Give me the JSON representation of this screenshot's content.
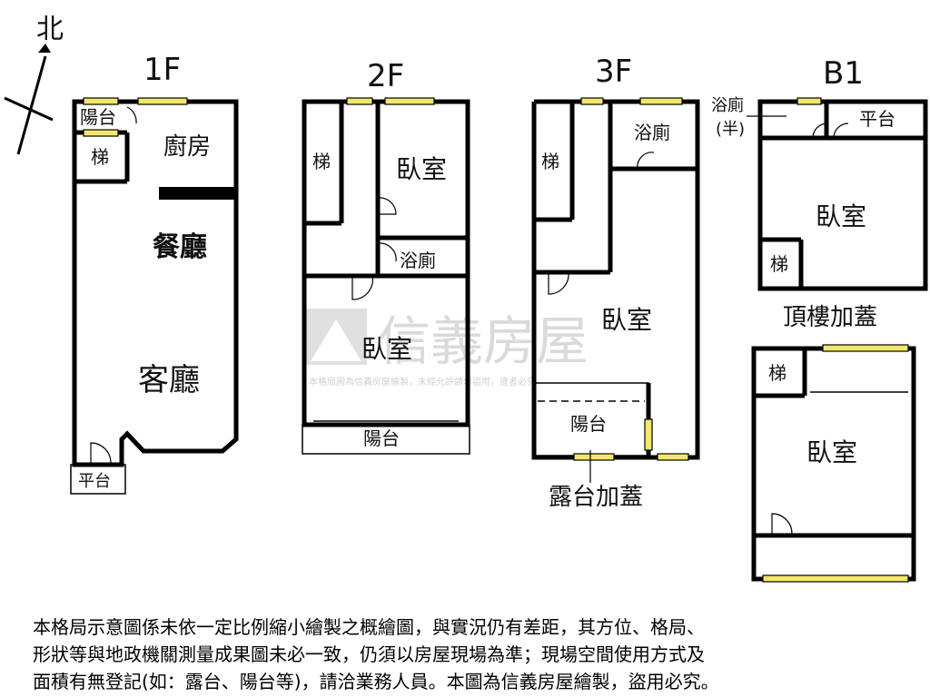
{
  "compass": {
    "north_label": "北"
  },
  "floors": [
    {
      "title": "1F",
      "rooms": [
        "陽台",
        "梯",
        "廚房",
        "餐廳",
        "客廳",
        "平台"
      ]
    },
    {
      "title": "2F",
      "rooms": [
        "梯",
        "臥室",
        "浴廁",
        "臥室",
        "陽台"
      ]
    },
    {
      "title": "3F",
      "rooms": [
        "梯",
        "浴廁",
        "臥室",
        "陽台",
        "露台加蓋"
      ]
    },
    {
      "title": "B1",
      "rooms": [
        "浴廁",
        "(半)",
        "平台",
        "臥室",
        "梯"
      ]
    },
    {
      "title": "頂樓加蓋",
      "rooms": [
        "梯",
        "臥室"
      ]
    }
  ],
  "watermark": {
    "brand": "信義房屋",
    "notice": "本格局圖為信義房屋繪製，未經允許請勿盜用，違者必究"
  },
  "disclaimer": [
    "本格局示意圖係未依一定比例縮小繪製之概繪圖，與實況仍有差距，其方位、格局、",
    "形狀等與地政機關測量成果圖未必一致，仍須以房屋現場為準；現場空間使用方式及",
    "面積有無登記(如：露台、陽台等)，請洽業務人員。本圖為信義房屋繪製，盜用必究。"
  ]
}
